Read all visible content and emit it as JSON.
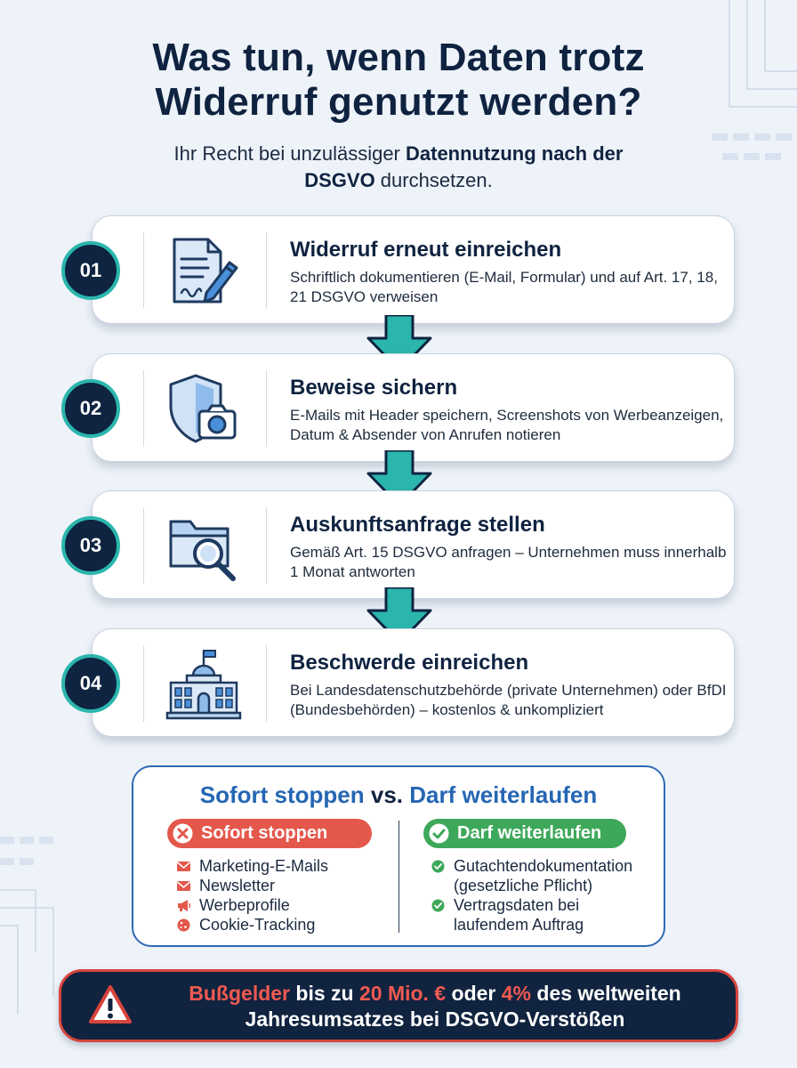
{
  "header": {
    "title_line1": "Was tun, wenn Daten trotz",
    "title_line2": "Widerruf genutzt werden?",
    "subtitle_pre": "Ihr Recht bei unzulässiger ",
    "subtitle_bold1": "Datennutzung nach der",
    "subtitle_bold2": "DSGVO",
    "subtitle_post": " durchsetzen."
  },
  "steps": [
    {
      "number": "01",
      "icon": "document-signature-icon",
      "title": "Widerruf erneut einreichen",
      "description": "Schriftlich dokumentieren (E-Mail, Formular) und auf Art. 17, 18, 21 DSGVO verweisen"
    },
    {
      "number": "02",
      "icon": "shield-camera-icon",
      "title": "Beweise sichern",
      "description": "E-Mails mit Header speichern, Screenshots von Werbeanzeigen, Datum & Absender von Anrufen notieren"
    },
    {
      "number": "03",
      "icon": "folder-search-icon",
      "title": "Auskunftsanfrage stellen",
      "description": "Gemäß Art. 15 DSGVO anfragen – Unternehmen muss innerhalb 1 Monat antworten"
    },
    {
      "number": "04",
      "icon": "government-building-icon",
      "title": "Beschwerde einreichen",
      "description": "Bei Landesdatenschutzbehörde (private Unternehmen) oder BfDI (Bundesbehörden) – kostenlos & unkompliziert"
    }
  ],
  "compare": {
    "title_left": "Sofort stoppen",
    "title_vs": " vs. ",
    "title_right": "Darf weiterlaufen",
    "stop_label": "Sofort stoppen",
    "stop_items": [
      {
        "icon": "envelope-icon",
        "text": "Marketing-E-Mails"
      },
      {
        "icon": "envelope-icon",
        "text": "Newsletter"
      },
      {
        "icon": "megaphone-icon",
        "text": "Werbeprofile"
      },
      {
        "icon": "cookie-icon",
        "text": "Cookie-Tracking"
      }
    ],
    "allow_label": "Darf weiterlaufen",
    "allow_items": [
      {
        "icon": "check-circle-icon",
        "line1": "Gutachtendokumentation",
        "line2": "(gesetzliche Pflicht)"
      },
      {
        "icon": "check-circle-icon",
        "line1": "Vertragsdaten bei",
        "line2": "laufendem Auftrag"
      }
    ]
  },
  "warning": {
    "icon": "warning-triangle-icon",
    "part1": "Bußgelder",
    "part2": " bis zu ",
    "part3": "20 Mio. €",
    "part4": " oder ",
    "part5": "4%",
    "part6": " des weltweiten",
    "line2": "Jahresumsatzes bei DSGVO-Verstößen"
  },
  "colors": {
    "navy": "#0f2340",
    "teal": "#2bb6ad",
    "blue": "#2566b3",
    "red": "#e4574b",
    "green": "#3ea85a",
    "background": "#eef3f9"
  }
}
